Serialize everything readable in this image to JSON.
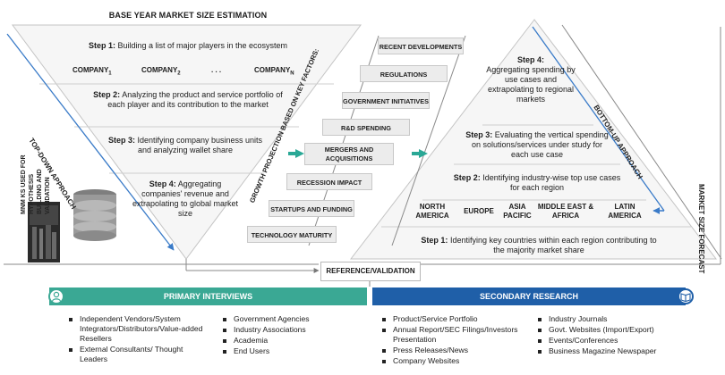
{
  "header": "BASE YEAR MARKET SIZE ESTIMATION",
  "top_down": {
    "steps": [
      {
        "label": "Step 1:",
        "text": "Building a list of major players in the ecosystem"
      },
      {
        "label": "Step 2:",
        "text": "Analyzing the product and service portfolio of each player and its contribution to the market"
      },
      {
        "label": "Step 3:",
        "text": "Identifying company business units and analyzing wallet share"
      },
      {
        "label": "Step 4:",
        "text": "Aggregating companies' revenue and extrapolating to global market size"
      }
    ],
    "companies": [
      {
        "name": "COMPANY",
        "sub": "1"
      },
      {
        "name": "COMPANY",
        "sub": "2"
      },
      {
        "name": ". . .",
        "sub": ""
      },
      {
        "name": "COMPANY",
        "sub": "N"
      }
    ],
    "approach_label": "TOP-DOWN APPROACH"
  },
  "left_label": "MNM KS USED FOR HYPOTHESIS BUILDING AND VALIDATION",
  "growth_label": "GROWTH PROJECTION BASED ON KEY FACTORS:",
  "factors": [
    "RECENT DEVELOPMENTS",
    "REGULATIONS",
    "GOVERNMENT INITIATIVES",
    "R&D SPENDING",
    "MERGERS AND ACQUISITIONS",
    "RECESSION IMPACT",
    "STARTUPS AND FUNDING",
    "TECHNOLOGY MATURITY"
  ],
  "bottom_up": {
    "steps": [
      {
        "label": "Step 4:",
        "text": "Aggregating spending by use cases and extrapolating to regional markets"
      },
      {
        "label": "Step 3:",
        "text": "Evaluating the vertical spending on solutions/services under study for each use case"
      },
      {
        "label": "Step 2:",
        "text": "Identifying industry-wise top use cases for each region"
      },
      {
        "label": "Step 1:",
        "text": "Identifying key countries within each region contributing to the majority market share"
      }
    ],
    "regions": [
      "NORTH AMERICA",
      "EUROPE",
      "ASIA PACIFIC",
      "MIDDLE EAST & AFRICA",
      "LATIN AMERICA"
    ],
    "approach_label": "BOTTOM-UP APPROACH"
  },
  "right_label": "MARKET SIZE FORECAST",
  "reference_label": "REFERENCE/VALIDATION",
  "primary": {
    "title": "PRIMARY INTERVIEWS",
    "icon": "person-icon",
    "color": "#3aa894",
    "col1": [
      "Independent Vendors/System Integrators/Distributors/Value-added Resellers",
      "External Consultants/ Thought Leaders"
    ],
    "col2": [
      "Government Agencies",
      "Industry Associations",
      "Academia",
      "End Users"
    ]
  },
  "secondary": {
    "title": "SECONDARY RESEARCH",
    "icon": "book-icon",
    "color": "#1f5fa8",
    "col1": [
      "Product/Service Portfolio",
      "Annual Report/SEC Filings/Investors Presentation",
      "Press Releases/News",
      "Company Websites"
    ],
    "col2": [
      "Industry Journals",
      "Govt. Websites (Import/Export)",
      "Events/Conferences",
      "Business Magazine Newspaper"
    ]
  }
}
